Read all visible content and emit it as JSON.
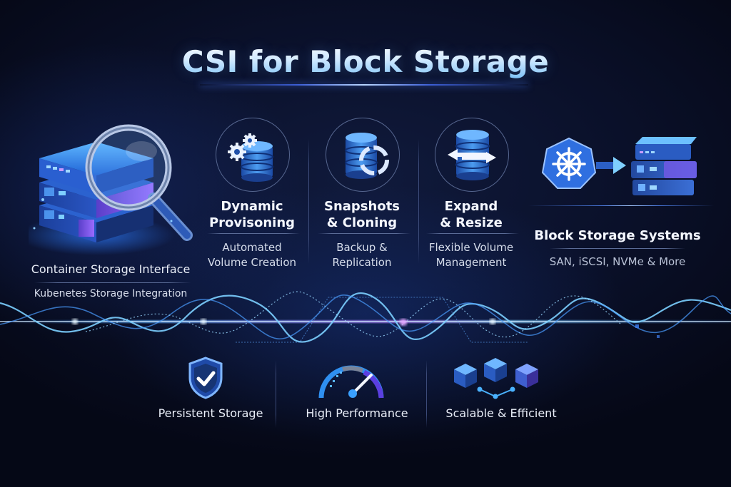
{
  "title": "CSI for Block Storage",
  "left_panel": {
    "heading": "Container Storage Interface",
    "subheading": "Kubenetes Storage Integration",
    "icon": "server-magnifier-icon"
  },
  "features": [
    {
      "title_line1": "Dynamic",
      "title_line2": "Provisoning",
      "sub_line1": "Automated",
      "sub_line2": "Volume Creation",
      "icon": "database-gears-icon"
    },
    {
      "title_line1": "Snapshots",
      "title_line2": "& Cloning",
      "sub_line1": "Backup &",
      "sub_line2": "Replication",
      "icon": "database-snapshot-icon"
    },
    {
      "title_line1": "Expand",
      "title_line2": "& Resize",
      "sub_line1": "Flexible Volume",
      "sub_line2": "Management",
      "icon": "database-resize-icon"
    }
  ],
  "right_panel": {
    "heading": "Block Storage Systems",
    "subheading": "SAN, iSCSI, NVMe & More",
    "icons": [
      "kubernetes-icon",
      "arrow-right-icon",
      "storage-servers-icon"
    ]
  },
  "benefits": [
    {
      "label": "Persistent Storage",
      "icon": "shield-check-icon"
    },
    {
      "label": "High Performance",
      "icon": "speedometer-icon"
    },
    {
      "label": "Scalable & Efficient",
      "icon": "connected-cubes-icon"
    }
  ],
  "colors": {
    "background": "#070b1c",
    "accent_blue": "#2f7df0",
    "accent_cyan": "#7fd0ff",
    "accent_purple": "#7b4cf0"
  }
}
